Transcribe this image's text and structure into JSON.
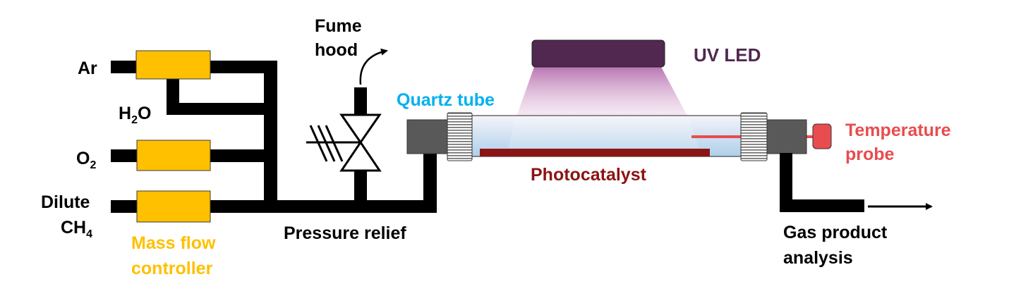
{
  "title": "Photocatalytic methane conversion reactor setup",
  "colors": {
    "pipe": "#000000",
    "mfc": "#FFC000",
    "mfc_label": "#FFC000",
    "quartz_label": "#00B0F0",
    "uv_led": "#502850",
    "uv_led_label": "#502850",
    "uv_beam": "#C07AB8",
    "photocatalyst": "#8B1414",
    "temperature_probe": "#E84C4F",
    "end_cap": "#595959",
    "tube_fill": "#BFD9EE"
  },
  "gas_inputs": [
    {
      "name": "Ar",
      "label": "Ar",
      "sub": "",
      "has_mfc": true
    },
    {
      "name": "H2O",
      "label": "H",
      "sub": "2",
      "suffix": "O",
      "has_mfc": false
    },
    {
      "name": "O2",
      "label": "O",
      "sub": "2",
      "has_mfc": true
    },
    {
      "name": "Dilute CH4",
      "label_line1": "Dilute",
      "label_line2": "CH",
      "sub": "4",
      "has_mfc": true
    }
  ],
  "labels": {
    "mfc_line1": "Mass flow",
    "mfc_line2": "controller",
    "fume_line1": "Fume",
    "fume_line2": "hood",
    "pressure_relief": "Pressure relief",
    "quartz_tube": "Quartz tube",
    "uv_led": "UV LED",
    "photocatalyst": "Photocatalyst",
    "temp_line1": "Temperature",
    "temp_line2": "probe",
    "gas_line1": "Gas product",
    "gas_line2": "analysis"
  }
}
